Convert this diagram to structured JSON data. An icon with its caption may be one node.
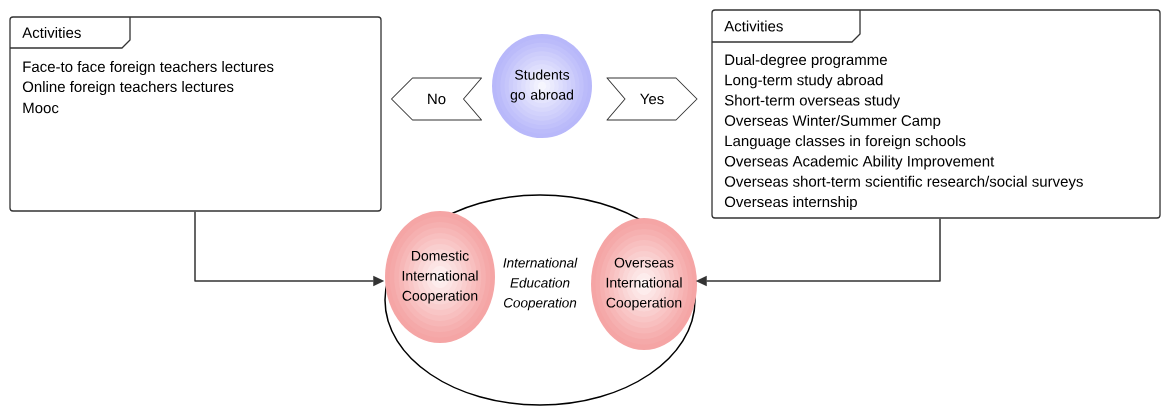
{
  "diagram": {
    "nodes": [
      {
        "text": [
          "Activities",
          "Face-to face foreign teachers lectures",
          "Online foreign teachers  lectures",
          "Mooc"
        ]
      },
      {
        "text": [
          "Students go abroad"
        ]
      },
      {
        "text": [
          "Activities",
          "Dual-degree programme",
          "Long-term study abroad",
          "Short-term overseas study",
          "Overseas Winter/Summer Camp",
          "Language classes in foreign schools",
          "Overseas Academic Ability Improvement",
          "Overseas short-term scientific research/social surveys",
          "Overseas internship"
        ]
      },
      {
        "text": [
          "International Education Cooperation"
        ]
      },
      {
        "text": [
          "Domestic International Cooperation"
        ],
        "in": 3
      },
      {
        "text": [
          "Overseas International Cooperation"
        ],
        "in": 3
      }
    ],
    "edges": [
      {
        "from": 1,
        "to": 0,
        "arrow": "to",
        "label": "No"
      },
      {
        "from": 1,
        "to": 2,
        "arrow": "to",
        "label": "Yes"
      },
      {
        "from": 0,
        "to": 3,
        "arrow": "to"
      },
      {
        "from": 2,
        "to": 3,
        "arrow": "to"
      }
    ]
  }
}
